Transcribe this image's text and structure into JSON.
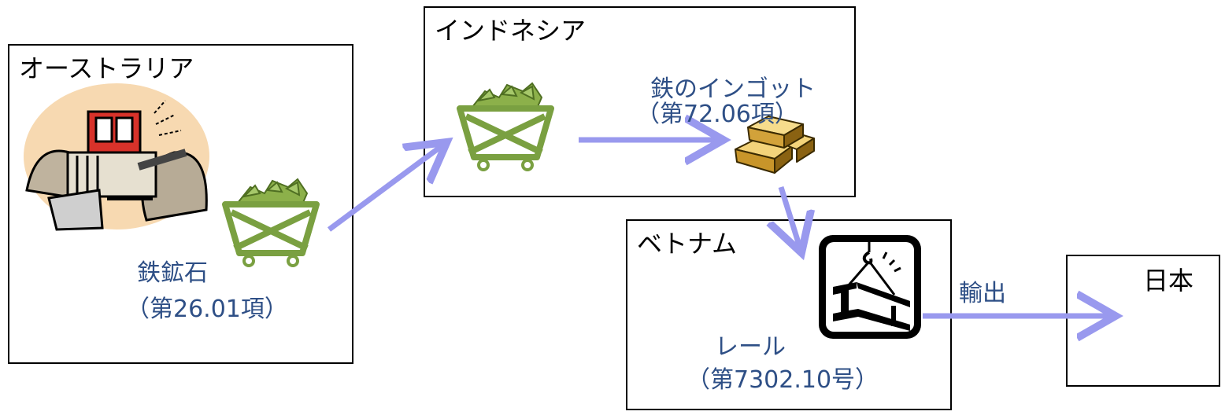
{
  "countries": {
    "australia": "オーストラリア",
    "indonesia": "インドネシア",
    "vietnam": "ベトナム",
    "japan": "日本"
  },
  "products": {
    "iron_ore": {
      "name": "鉄鉱石",
      "code": "（第26.01項）"
    },
    "iron_ingot": {
      "name": "鉄のインゴット",
      "code": "（第72.06項）"
    },
    "rail": {
      "name": "レール",
      "code": "（第7302.10号）"
    }
  },
  "export_label": "輸出",
  "colors": {
    "label_text": "#2e4f86",
    "arrow": "#9999ee",
    "cart_green": "#7aa041",
    "border": "#000000"
  },
  "icons": [
    "bulldozer-icon",
    "ore-cart-icon",
    "gold-ingot-icon",
    "steel-beam-crane-icon"
  ]
}
